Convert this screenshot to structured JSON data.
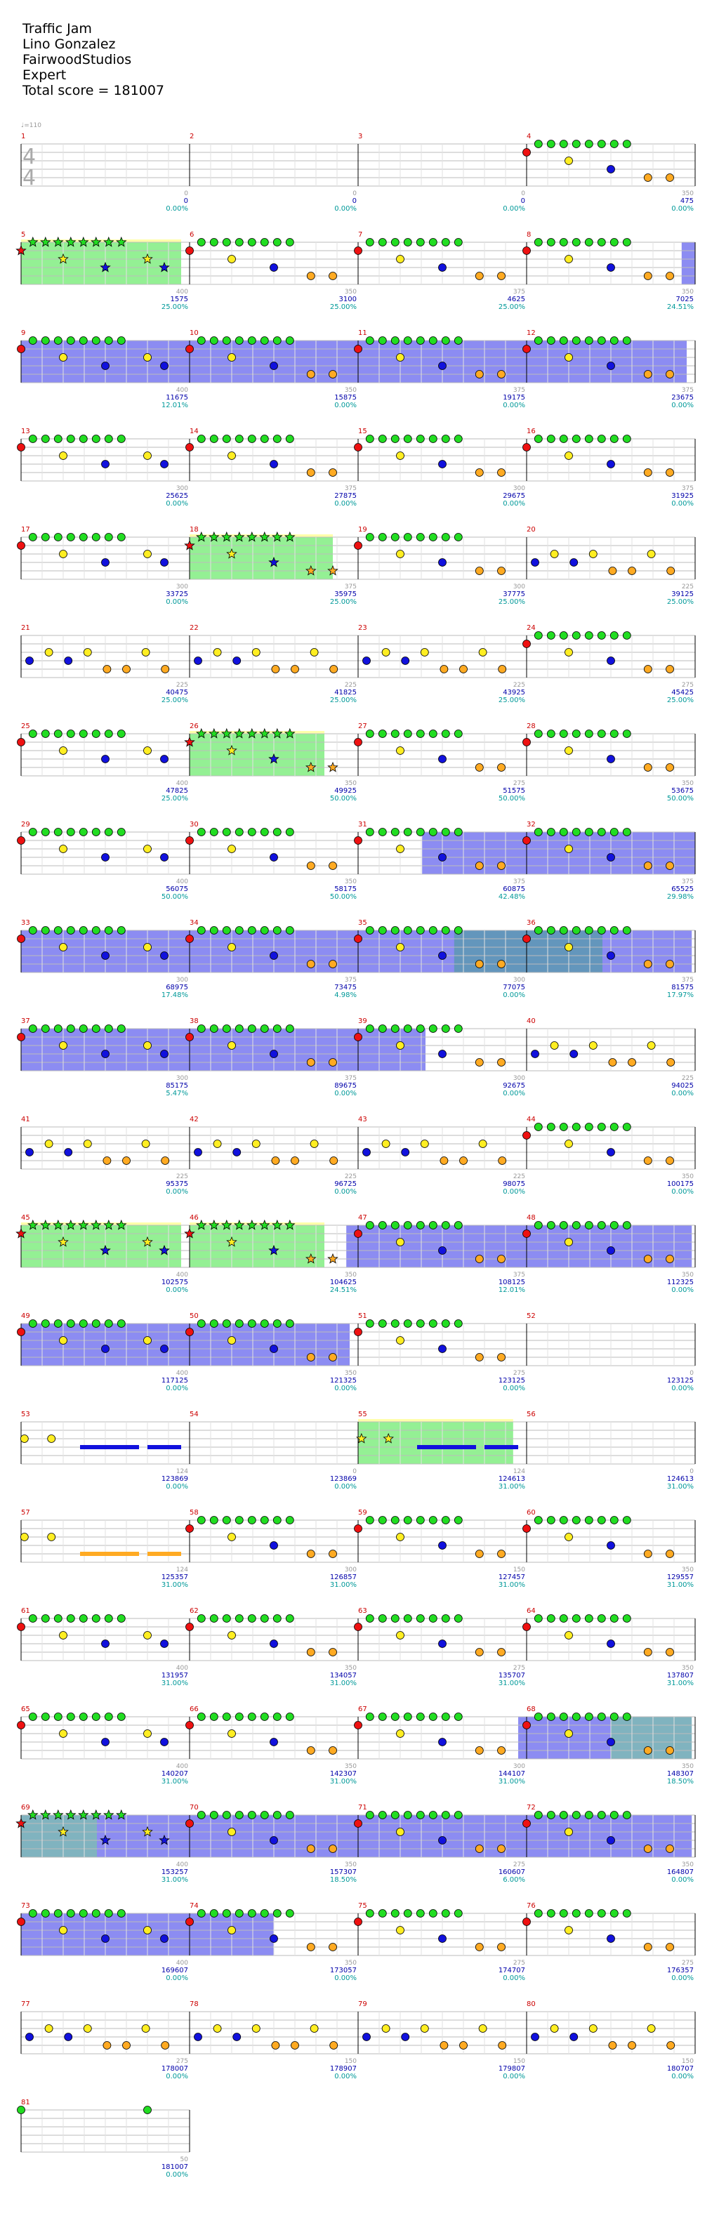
{
  "header": {
    "song": "Traffic Jam",
    "artist": "Lino Gonzalez",
    "charter": "FairwoodStudios",
    "difficulty": "Expert",
    "total_score": "Total score = 181007"
  },
  "tempo": "♩=110",
  "time_signature": {
    "top": "4",
    "bottom": "4"
  },
  "colors": {
    "green": "#22dd22",
    "red": "#ee1111",
    "yellow": "#ffee22",
    "blue": "#1111dd",
    "orange": "#ffaa22",
    "purple": "#cc22cc",
    "starpower": "#88ee88",
    "solo": "#6666ee",
    "overlap": "#5599aa"
  },
  "measures": [
    {
      "n": "1",
      "tick": "0",
      "score": "0",
      "pct": "0.00%"
    },
    {
      "n": "2",
      "tick": "0",
      "score": "0",
      "pct": "0.00%"
    },
    {
      "n": "3",
      "tick": "0",
      "score": "0",
      "pct": "0.00%"
    },
    {
      "n": "4",
      "tick": "350",
      "score": "475",
      "pct": "0.00%"
    },
    {
      "n": "5",
      "tick": "400",
      "score": "1575",
      "pct": "25.00%"
    },
    {
      "n": "6",
      "tick": "350",
      "score": "3100",
      "pct": "25.00%"
    },
    {
      "n": "7",
      "tick": "375",
      "score": "4625",
      "pct": "25.00%"
    },
    {
      "n": "8",
      "tick": "350",
      "score": "7025",
      "pct": "24.51%"
    },
    {
      "n": "9",
      "tick": "400",
      "score": "11675",
      "pct": "12.01%"
    },
    {
      "n": "10",
      "tick": "350",
      "score": "15875",
      "pct": "0.00%"
    },
    {
      "n": "11",
      "tick": "375",
      "score": "19175",
      "pct": "0.00%"
    },
    {
      "n": "12",
      "tick": "375",
      "score": "23675",
      "pct": "0.00%"
    },
    {
      "n": "13",
      "tick": "300",
      "score": "25625",
      "pct": "0.00%"
    },
    {
      "n": "14",
      "tick": "375",
      "score": "27875",
      "pct": "0.00%"
    },
    {
      "n": "15",
      "tick": "300",
      "score": "29675",
      "pct": "0.00%"
    },
    {
      "n": "16",
      "tick": "375",
      "score": "31925",
      "pct": "0.00%"
    },
    {
      "n": "17",
      "tick": "300",
      "score": "33725",
      "pct": "0.00%"
    },
    {
      "n": "18",
      "tick": "375",
      "score": "35975",
      "pct": "25.00%"
    },
    {
      "n": "19",
      "tick": "300",
      "score": "37775",
      "pct": "25.00%"
    },
    {
      "n": "20",
      "tick": "225",
      "score": "39125",
      "pct": "25.00%"
    },
    {
      "n": "21",
      "tick": "225",
      "score": "40475",
      "pct": "25.00%"
    },
    {
      "n": "22",
      "tick": "225",
      "score": "41825",
      "pct": "25.00%"
    },
    {
      "n": "23",
      "tick": "225",
      "score": "43925",
      "pct": "25.00%"
    },
    {
      "n": "24",
      "tick": "275",
      "score": "45425",
      "pct": "25.00%"
    },
    {
      "n": "25",
      "tick": "400",
      "score": "47825",
      "pct": "25.00%"
    },
    {
      "n": "26",
      "tick": "350",
      "score": "49925",
      "pct": "50.00%"
    },
    {
      "n": "27",
      "tick": "275",
      "score": "51575",
      "pct": "50.00%"
    },
    {
      "n": "28",
      "tick": "350",
      "score": "53675",
      "pct": "50.00%"
    },
    {
      "n": "29",
      "tick": "400",
      "score": "56075",
      "pct": "50.00%"
    },
    {
      "n": "30",
      "tick": "350",
      "score": "58175",
      "pct": "50.00%"
    },
    {
      "n": "31",
      "tick": "375",
      "score": "60875",
      "pct": "42.48%"
    },
    {
      "n": "32",
      "tick": "375",
      "score": "65525",
      "pct": "29.98%"
    },
    {
      "n": "33",
      "tick": "300",
      "score": "68975",
      "pct": "17.48%"
    },
    {
      "n": "34",
      "tick": "375",
      "score": "73475",
      "pct": "4.98%"
    },
    {
      "n": "35",
      "tick": "300",
      "score": "77075",
      "pct": "0.00%"
    },
    {
      "n": "36",
      "tick": "375",
      "score": "81575",
      "pct": "17.97%"
    },
    {
      "n": "37",
      "tick": "300",
      "score": "85175",
      "pct": "5.47%"
    },
    {
      "n": "38",
      "tick": "375",
      "score": "89675",
      "pct": "0.00%"
    },
    {
      "n": "39",
      "tick": "300",
      "score": "92675",
      "pct": "0.00%"
    },
    {
      "n": "40",
      "tick": "225",
      "score": "94025",
      "pct": "0.00%"
    },
    {
      "n": "41",
      "tick": "225",
      "score": "95375",
      "pct": "0.00%"
    },
    {
      "n": "42",
      "tick": "225",
      "score": "96725",
      "pct": "0.00%"
    },
    {
      "n": "43",
      "tick": "225",
      "score": "98075",
      "pct": "0.00%"
    },
    {
      "n": "44",
      "tick": "350",
      "score": "100175",
      "pct": "0.00%"
    },
    {
      "n": "45",
      "tick": "400",
      "score": "102575",
      "pct": "0.00%"
    },
    {
      "n": "46",
      "tick": "350",
      "score": "104625",
      "pct": "24.51%"
    },
    {
      "n": "47",
      "tick": "375",
      "score": "108125",
      "pct": "12.01%"
    },
    {
      "n": "48",
      "tick": "350",
      "score": "112325",
      "pct": "0.00%"
    },
    {
      "n": "49",
      "tick": "400",
      "score": "117125",
      "pct": "0.00%"
    },
    {
      "n": "50",
      "tick": "350",
      "score": "121325",
      "pct": "0.00%"
    },
    {
      "n": "51",
      "tick": "275",
      "score": "123125",
      "pct": "0.00%"
    },
    {
      "n": "52",
      "tick": "0",
      "score": "123125",
      "pct": "0.00%"
    },
    {
      "n": "53",
      "tick": "124",
      "score": "123869",
      "pct": "0.00%"
    },
    {
      "n": "54",
      "tick": "0",
      "score": "123869",
      "pct": "0.00%"
    },
    {
      "n": "55",
      "tick": "124",
      "score": "124613",
      "pct": "31.00%"
    },
    {
      "n": "56",
      "tick": "0",
      "score": "124613",
      "pct": "31.00%"
    },
    {
      "n": "57",
      "tick": "124",
      "score": "125357",
      "pct": "31.00%"
    },
    {
      "n": "58",
      "tick": "300",
      "score": "126857",
      "pct": "31.00%"
    },
    {
      "n": "59",
      "tick": "150",
      "score": "127457",
      "pct": "31.00%"
    },
    {
      "n": "60",
      "tick": "350",
      "score": "129557",
      "pct": "31.00%"
    },
    {
      "n": "61",
      "tick": "400",
      "score": "131957",
      "pct": "31.00%"
    },
    {
      "n": "62",
      "tick": "350",
      "score": "134057",
      "pct": "31.00%"
    },
    {
      "n": "63",
      "tick": "275",
      "score": "135707",
      "pct": "31.00%"
    },
    {
      "n": "64",
      "tick": "350",
      "score": "137807",
      "pct": "31.00%"
    },
    {
      "n": "65",
      "tick": "400",
      "score": "140207",
      "pct": "31.00%"
    },
    {
      "n": "66",
      "tick": "350",
      "score": "142307",
      "pct": "31.00%"
    },
    {
      "n": "67",
      "tick": "300",
      "score": "144107",
      "pct": "31.00%"
    },
    {
      "n": "68",
      "tick": "350",
      "score": "148307",
      "pct": "18.50%"
    },
    {
      "n": "69",
      "tick": "400",
      "score": "153257",
      "pct": "31.00%"
    },
    {
      "n": "70",
      "tick": "350",
      "score": "157307",
      "pct": "18.50%"
    },
    {
      "n": "71",
      "tick": "275",
      "score": "160607",
      "pct": "6.00%"
    },
    {
      "n": "72",
      "tick": "350",
      "score": "164807",
      "pct": "0.00%"
    },
    {
      "n": "73",
      "tick": "400",
      "score": "169607",
      "pct": "0.00%"
    },
    {
      "n": "74",
      "tick": "350",
      "score": "173057",
      "pct": "0.00%"
    },
    {
      "n": "75",
      "tick": "275",
      "score": "174707",
      "pct": "0.00%"
    },
    {
      "n": "76",
      "tick": "275",
      "score": "176357",
      "pct": "0.00%"
    },
    {
      "n": "77",
      "tick": "275",
      "score": "178007",
      "pct": "0.00%"
    },
    {
      "n": "78",
      "tick": "150",
      "score": "178907",
      "pct": "0.00%"
    },
    {
      "n": "79",
      "tick": "150",
      "score": "179807",
      "pct": "0.00%"
    },
    {
      "n": "80",
      "tick": "150",
      "score": "180707",
      "pct": "0.00%"
    },
    {
      "n": "81",
      "tick": "50",
      "score": "181007",
      "pct": "0.00%"
    }
  ],
  "sections": [
    {
      "type": "starpower",
      "from": 5.0,
      "to": 5.95
    },
    {
      "type": "solo",
      "from": 8.92,
      "to": 12.95
    },
    {
      "type": "starpower",
      "from": 18.0,
      "to": 18.85
    },
    {
      "type": "starpower",
      "from": 26.0,
      "to": 26.8
    },
    {
      "type": "solo",
      "from": 31.38,
      "to": 36.98
    },
    {
      "type": "overlap",
      "from": 35.57,
      "to": 36.45
    },
    {
      "type": "solo",
      "from": 37.0,
      "to": 39.4
    },
    {
      "type": "starpower",
      "from": 45.0,
      "to": 45.95
    },
    {
      "type": "starpower",
      "from": 46.0,
      "to": 46.8
    },
    {
      "type": "solo",
      "from": 46.93,
      "to": 48.98
    },
    {
      "type": "solo",
      "from": 49.0,
      "to": 50.95
    },
    {
      "type": "starpower",
      "from": 55.0,
      "to": 55.92
    },
    {
      "type": "solo",
      "from": 67.95,
      "to": 68.5
    },
    {
      "type": "overlap",
      "from": 68.5,
      "to": 68.98
    },
    {
      "type": "overlap",
      "from": 69.0,
      "to": 69.45
    },
    {
      "type": "solo",
      "from": 69.45,
      "to": 72.98
    },
    {
      "type": "solo",
      "from": 73.0,
      "to": 74.5
    }
  ]
}
